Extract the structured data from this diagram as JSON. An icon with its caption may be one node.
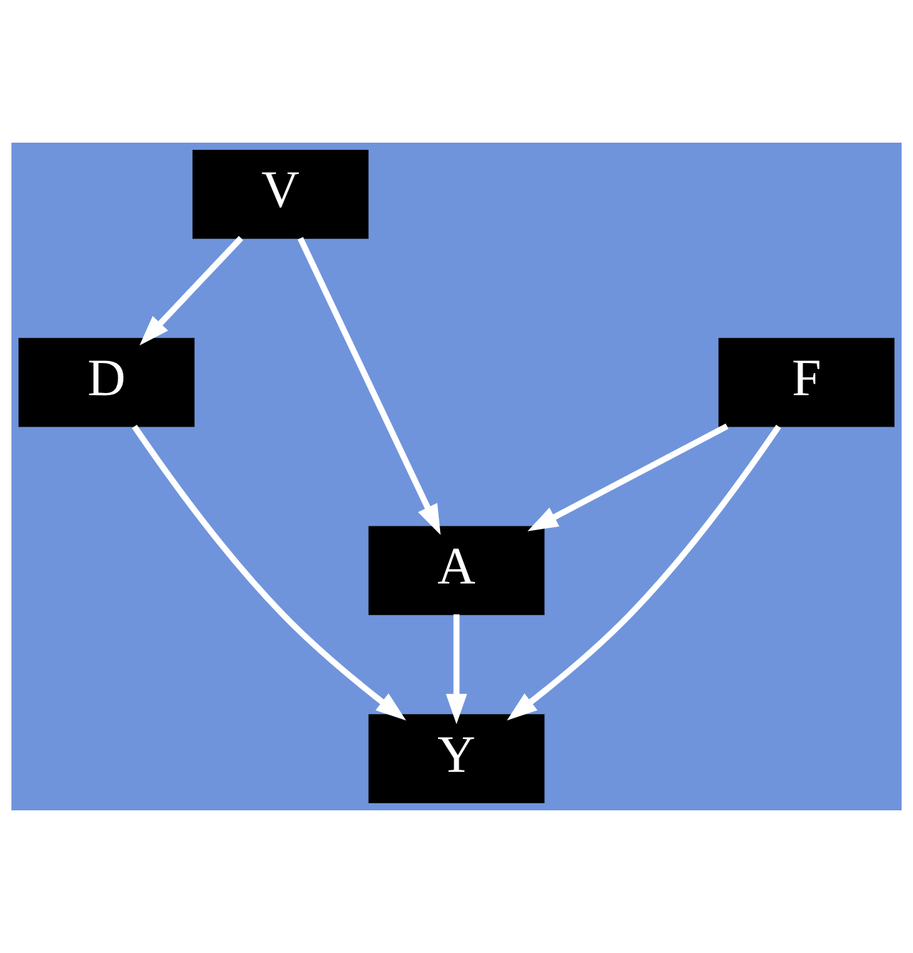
{
  "diagram": {
    "nodes": [
      {
        "text": [
          "V"
        ]
      },
      {
        "text": [
          "D"
        ]
      },
      {
        "text": [
          "F"
        ]
      },
      {
        "text": [
          "A"
        ]
      },
      {
        "text": [
          "Y"
        ]
      }
    ],
    "edges": [
      {
        "from": 0,
        "to": 1,
        "arrow": "to"
      },
      {
        "from": 0,
        "to": 3,
        "arrow": "to"
      },
      {
        "from": 2,
        "to": 3,
        "arrow": "to"
      },
      {
        "from": 1,
        "to": 4,
        "arrow": "to"
      },
      {
        "from": 3,
        "to": 4,
        "arrow": "to"
      },
      {
        "from": 2,
        "to": 4,
        "arrow": "to"
      }
    ]
  }
}
